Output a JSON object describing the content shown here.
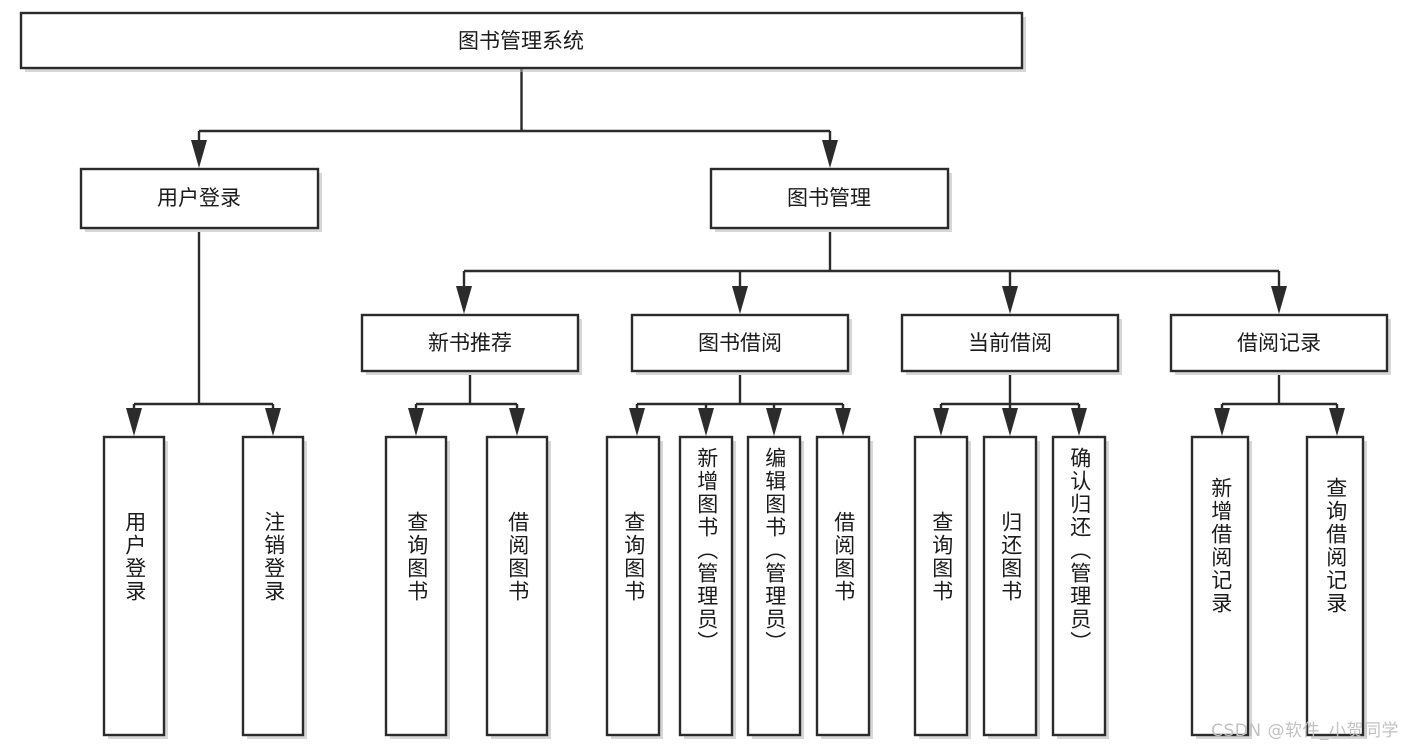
{
  "diagram": {
    "type": "tree-hierarchy",
    "title": "图书管理系统",
    "watermark": "CSDN @软件_小贺同学",
    "colors": {
      "stroke": "#2b2b2b",
      "fill": "#ffffff",
      "text": "#1b1b1b",
      "shadow": "#b7b7b7",
      "watermark": "#c2c2c2",
      "background": "#ffffff"
    },
    "levels": {
      "root": {
        "label": "图书管理系统"
      },
      "level2": [
        {
          "label": "用户登录"
        },
        {
          "label": "图书管理"
        }
      ],
      "level3": [
        {
          "label": "新书推荐"
        },
        {
          "label": "图书借阅"
        },
        {
          "label": "当前借阅"
        },
        {
          "label": "借阅记录"
        }
      ],
      "leaves": {
        "user_login": [
          {
            "label": "用户登录"
          },
          {
            "label": "注销登录"
          }
        ],
        "new_book_recommend": [
          {
            "label": "查询图书"
          },
          {
            "label": "借阅图书"
          }
        ],
        "book_borrow": [
          {
            "label": "查询图书"
          },
          {
            "label": "新增图书（管理员）"
          },
          {
            "label": "编辑图书（管理员）"
          },
          {
            "label": "借阅图书"
          }
        ],
        "current_borrow": [
          {
            "label": "查询图书"
          },
          {
            "label": "归还图书"
          },
          {
            "label": "确认归还（管理员）"
          }
        ],
        "borrow_record": [
          {
            "label": "新增借阅记录"
          },
          {
            "label": "查询借阅记录"
          }
        ]
      }
    }
  }
}
